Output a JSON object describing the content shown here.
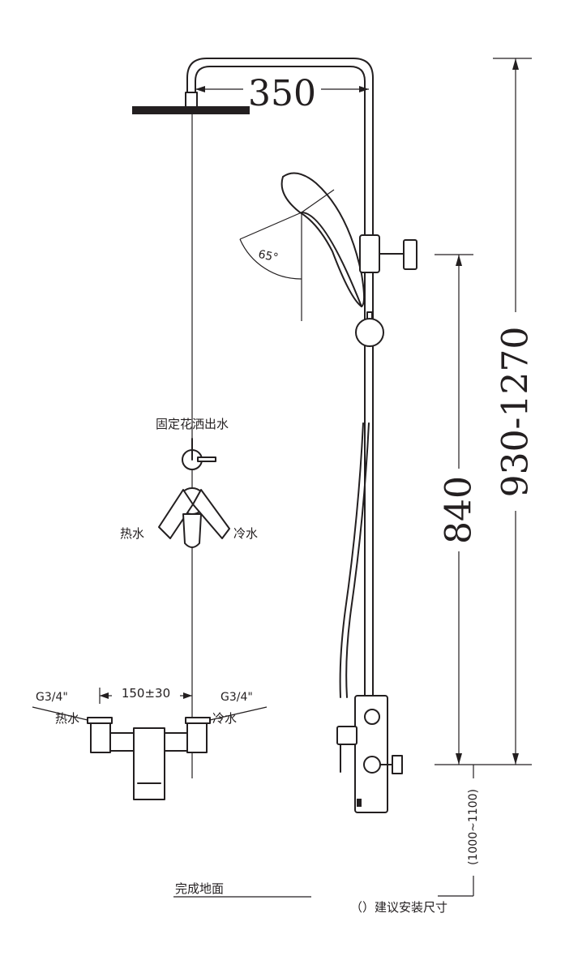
{
  "dimensions": {
    "top_width": "350",
    "overall_height": "930-1270",
    "slider_height": "840",
    "inlet_spacing": "150±30",
    "install_range": "(1000~1100)"
  },
  "angle": "65°",
  "labels": {
    "fixed_outlet": "固定花洒出水",
    "hot_water": "热水",
    "cold_water": "冷水",
    "thread_left": "G3/4\"",
    "thread_right": "G3/4\"",
    "hot_water_bottom": "热水",
    "cold_water_bottom": "冷水",
    "finished_floor": "完成地面",
    "legend_note": "（）建议安装尺寸"
  },
  "colors": {
    "line": "#231f20",
    "background": "#ffffff"
  }
}
